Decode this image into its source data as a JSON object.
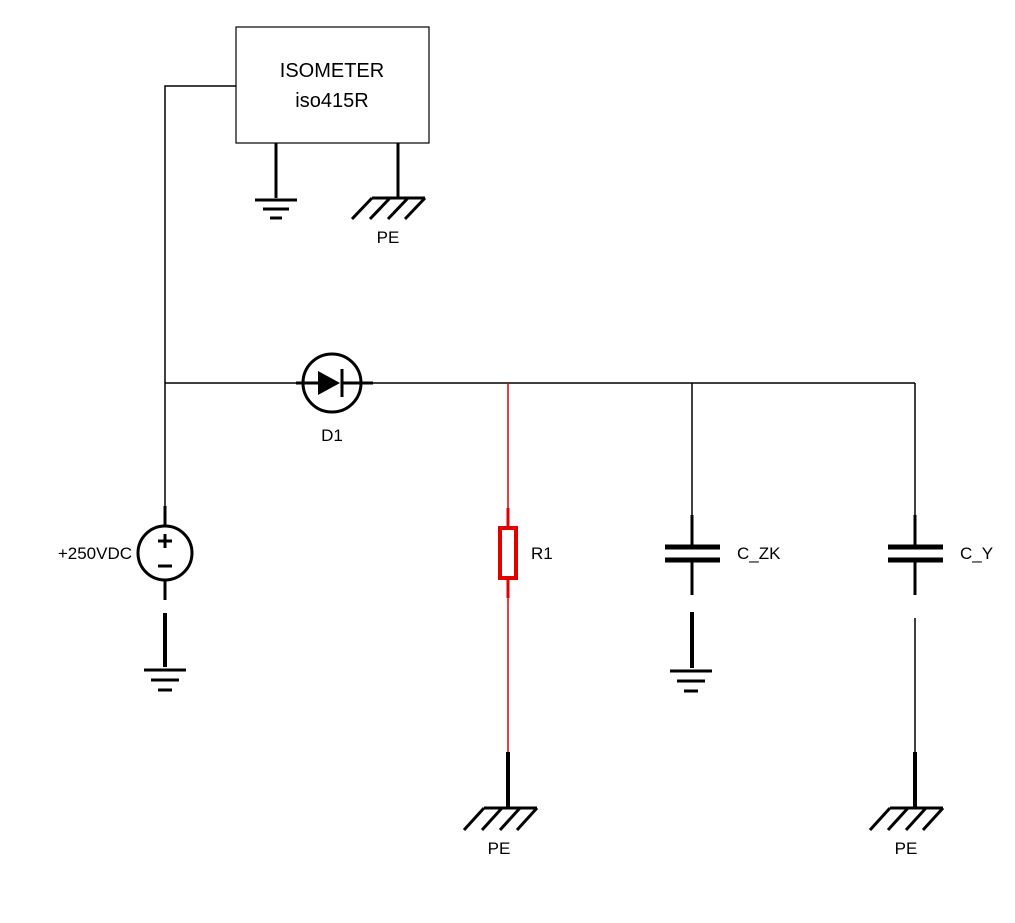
{
  "isometer": {
    "line1": "ISOMETER",
    "line2": "iso415R"
  },
  "labels": {
    "source": "+250VDC",
    "diode": "D1",
    "resistor": "R1",
    "cap_zk": "C_ZK",
    "cap_y": "C_Y",
    "pe": "PE"
  },
  "colors": {
    "wire": "#000000",
    "highlight": "#e00000"
  }
}
